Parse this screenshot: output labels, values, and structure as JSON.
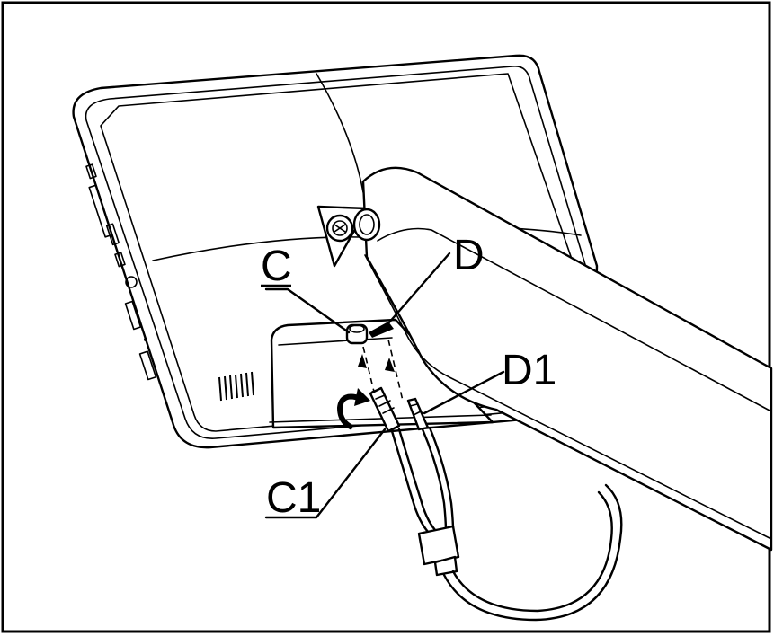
{
  "labels": {
    "c": "C",
    "d": "D",
    "d1": "D1",
    "c1": "C1"
  }
}
